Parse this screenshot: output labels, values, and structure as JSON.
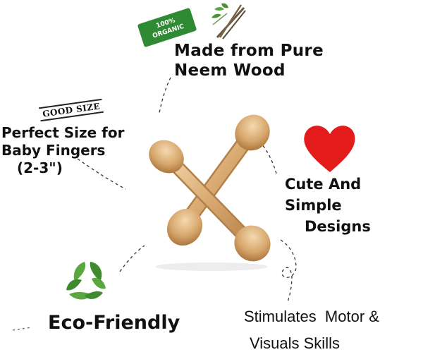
{
  "organic_badge": {
    "line1": "100%",
    "line2": "ORGANIC"
  },
  "features": {
    "neem": {
      "line1": "Made from Pure",
      "line2": "Neem Wood"
    },
    "good_size_tag": "GOOD SIZE",
    "size": {
      "line1": "Perfect Size for",
      "line2": "Baby Fingers",
      "line3": "(2-3\")"
    },
    "cute": {
      "line1": "Cute And Simple",
      "line2": "Designs"
    },
    "eco": "Eco-Friendly",
    "stimulates": {
      "line1": "Stimulates  Motor &",
      "line2": "Visuals Skills"
    }
  },
  "icons": {
    "heart": "heart-icon",
    "recycle": "recycle-leaves-icon",
    "neem_twig": "neem-twig-icon",
    "product": "wooden-teether-image"
  },
  "colors": {
    "heart": "#e31b1b",
    "badge": "#2f8a34",
    "leaf": "#5aa63f",
    "wood": "#d2a66e"
  }
}
